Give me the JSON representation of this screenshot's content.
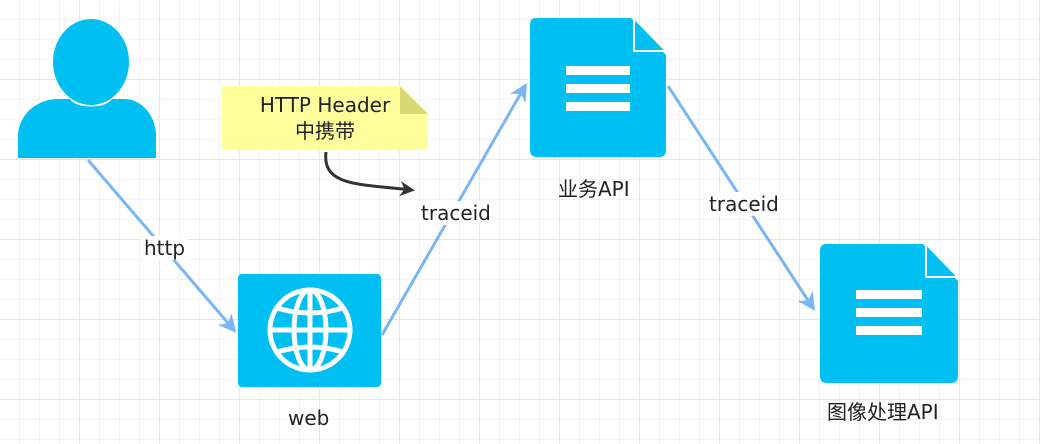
{
  "colors": {
    "node_fill": "#00bff3",
    "edge": "#7ab6f5",
    "note_fill": "#ffff9e",
    "note_fold": "#d9d973",
    "pointer": "#333333"
  },
  "nodes": {
    "user": {
      "icon": "user-icon"
    },
    "web": {
      "icon": "globe-icon",
      "label": "web"
    },
    "business_api": {
      "icon": "document-icon",
      "label": "业务API"
    },
    "image_api": {
      "icon": "document-icon",
      "label": "图像处理API"
    }
  },
  "edges": {
    "user_to_web": {
      "label": "http"
    },
    "web_to_business": {
      "label": "traceid"
    },
    "business_to_image": {
      "label": "traceid"
    }
  },
  "note": {
    "line1": "HTTP Header",
    "line2": "中携带"
  }
}
